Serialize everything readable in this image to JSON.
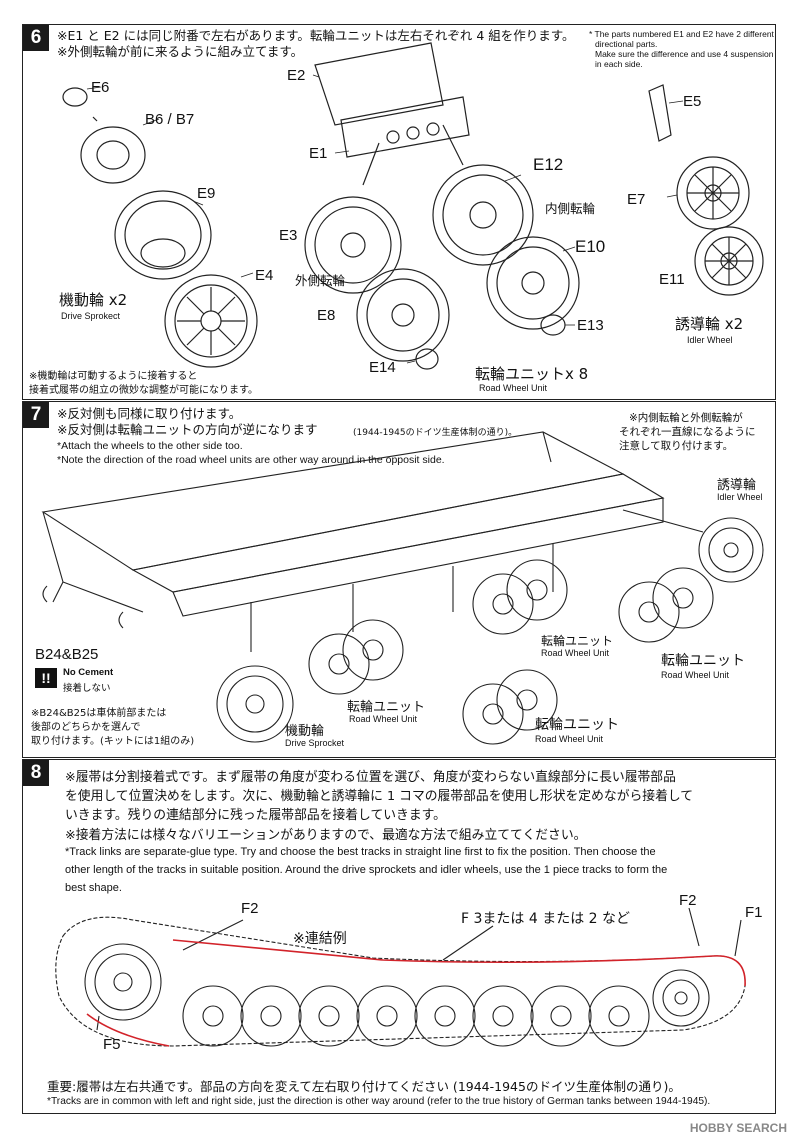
{
  "step6": {
    "number": "6",
    "jp_line1": "※E1 と E2 には同じ附番で左右があります。転輪ユニットは左右それぞれ 4 組を作ります。",
    "jp_line2": "※外側転輪が前に来るように組み立てます。",
    "en_note_1": "* The parts numbered E1 and E2 have 2 different",
    "en_note_2": "directional parts.",
    "en_note_3": "Make sure the difference and use 4 suspension units",
    "en_note_4": "in each side.",
    "labels": {
      "e6": "E6",
      "b6b7": "B6 / B7",
      "e9": "E9",
      "e4": "E4",
      "e2": "E2",
      "e1": "E1",
      "e3": "E3",
      "e8": "E8",
      "e14": "E14",
      "e12": "E12",
      "e10": "E10",
      "e13": "E13",
      "e5": "E5",
      "e7": "E7",
      "e11": "E11"
    },
    "outer_wheel": "外側転輪",
    "inner_wheel": "内側転輪",
    "sprocket_jp": "機動輪 x2",
    "sprocket_en": "Drive Sprokect",
    "idler_jp": "誘導輪 x2",
    "idler_en": "Idler Wheel",
    "unit_jp": "転輪ユニットx 8",
    "unit_en": "Road Wheel Unit",
    "bottom_note_1": "※機動輪は可動するように接着すると",
    "bottom_note_2": "接着式履帯の組立の微妙な調整が可能になります。"
  },
  "step7": {
    "number": "7",
    "jp_line1": "※反対側も同様に取り付けます。",
    "jp_line2": "※反対側は転輪ユニットの方向が逆になります",
    "jp_line2_small": "(1944-1945のドイツ生産体制の通り)。",
    "en_line1": "*Attach the wheels to the other side too.",
    "en_line2": "*Note the direction of the road wheel units are other way around in the opposit side.",
    "right_note_1": "※内側転輪と外側転輪が",
    "right_note_2": "それぞれ一直線になるように",
    "right_note_3": "注意して取り付けます。",
    "idler_jp": "誘導輪",
    "idler_en": "Idler Wheel",
    "b24": "B24&B25",
    "nocement_mark": "!!",
    "nocement_en": "No Cement",
    "nocement_jp": "接着しない",
    "b24_note_1": "※B24&B25は車体前部または",
    "b24_note_2": "後部のどちらかを選んで",
    "b24_note_3": "取り付けます。(キットには1組のみ)",
    "sprocket_jp": "機動輪",
    "sprocket_en": "Drive Sprocket",
    "unit_jp": "転輪ユニット",
    "unit_en": "Road Wheel Unit"
  },
  "step8": {
    "number": "8",
    "jp_line1": "※履帯は分割接着式です。まず履帯の角度が変わる位置を選び、角度が変わらない直線部分に長い履帯部品",
    "jp_line2": "を使用して位置決めをします。次に、機動輪と誘導輪に 1 コマの履帯部品を使用し形状を定めながら接着して",
    "jp_line3": "いきます。残りの連結部分に残った履帯部品を接着していきます。",
    "jp_line4": "※接着方法には様々なバリエーションがありますので、最適な方法で組み立ててください。",
    "en_line1": "*Track links are separate-glue type. Try and choose the best tracks in straight line first to fix the position. Then choose the",
    "en_line2": "other length of the tracks in suitable position. Around the drive sprockets and idler wheels, use the 1 piece tracks to form the",
    "en_line3": "best shape.",
    "label_f2_left": "F2",
    "label_f2_right": "F2",
    "label_f1": "F1",
    "label_f5": "F5",
    "label_example": "※連結例",
    "label_f3": "F 3または 4 または 2 など",
    "important_jp": "重要:履帯は左右共通です。部品の方向を変えて左右取り付けてください (1944-1945のドイツ生産体制の通り)。",
    "important_en": "*Tracks are in common with left and right side, just the direction is other way around (refer to the true history of German tanks between 1944-1945).",
    "watermark": "HOBBY SEARCH"
  }
}
